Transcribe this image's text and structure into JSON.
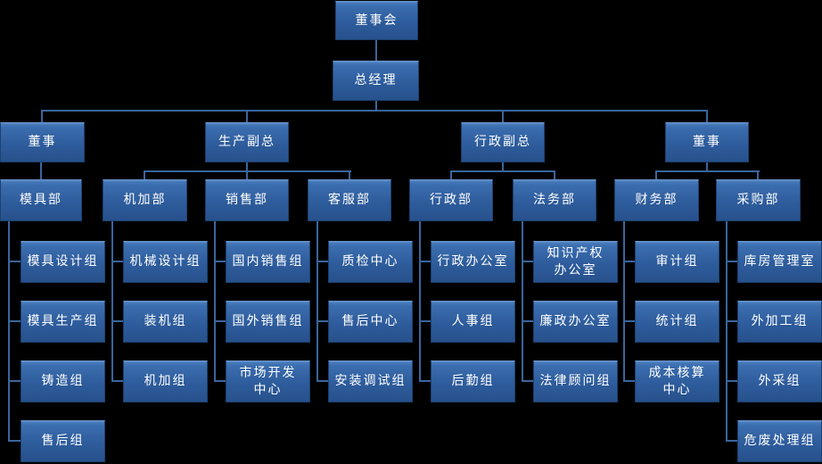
{
  "diagram": {
    "type": "org-chart",
    "background": "#000000",
    "colors": {
      "node_gradient_top": "#4377b8",
      "node_gradient_bottom": "#27518c",
      "node_top_highlight": "#6b97cc",
      "node_border": "#1c416f",
      "node_text": "#ffffff",
      "connector": "#3a659d"
    },
    "nodes": {
      "board": "董事会",
      "gm": "总经理",
      "director_left": "董事",
      "vp_production": "生产副总",
      "vp_admin": "行政副总",
      "director_right": "董事",
      "dept_mold": "模具部",
      "dept_machining": "机加部",
      "dept_sales": "销售部",
      "dept_service": "客服部",
      "dept_admin": "行政部",
      "dept_legal": "法务部",
      "dept_finance": "财务部",
      "dept_purchasing": "采购部"
    },
    "leaves": {
      "mold": [
        "模具设计组",
        "模具生产组",
        "铸造组",
        "售后组"
      ],
      "machining": [
        "机械设计组",
        "装机组",
        "机加组"
      ],
      "sales": [
        "国内销售组",
        "国外销售组",
        "市场开发\n中心"
      ],
      "service": [
        "质检中心",
        "售后中心",
        "安装调试组"
      ],
      "admin": [
        "行政办公室",
        "人事组",
        "后勤组"
      ],
      "legal": [
        "知识产权\n办公室",
        "廉政办公室",
        "法律顾问组"
      ],
      "finance": [
        "审计组",
        "统计组",
        "成本核算\n中心"
      ],
      "purchasing": [
        "库房管理室",
        "外加工组",
        "外采组",
        "危废处理组"
      ]
    }
  }
}
